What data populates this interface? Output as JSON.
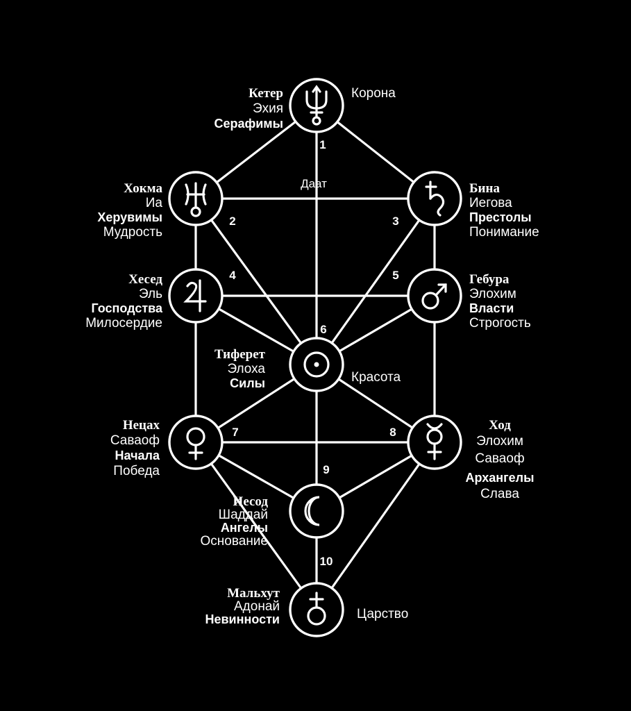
{
  "background_color": "#000000",
  "line_color": "#ffffff",
  "daat": "Даат",
  "sephirot": [
    {
      "id": "keter",
      "number": "1",
      "planet_icon": "neptune-icon",
      "left_lines": [
        {
          "text": "Кетер",
          "style": "serif-bold"
        },
        {
          "text": "Эхия",
          "style": "regular"
        },
        {
          "text": "Серафимы",
          "style": "bold"
        }
      ],
      "right_lines": [
        {
          "text": "Корона",
          "style": "regular"
        }
      ]
    },
    {
      "id": "hokhmah",
      "number": "2",
      "planet_icon": "uranus-icon",
      "left_lines": [
        {
          "text": "Хокма",
          "style": "serif-bold"
        },
        {
          "text": "Иа",
          "style": "regular"
        },
        {
          "text": "Херувимы",
          "style": "bold"
        },
        {
          "text": "Мудрость",
          "style": "regular"
        }
      ],
      "right_lines": []
    },
    {
      "id": "binah",
      "number": "3",
      "planet_icon": "saturn-icon",
      "left_lines": [],
      "right_lines": [
        {
          "text": "Бина",
          "style": "serif-bold"
        },
        {
          "text": "Иегова",
          "style": "regular"
        },
        {
          "text": "Престолы",
          "style": "bold"
        },
        {
          "text": "Понимание",
          "style": "regular"
        }
      ]
    },
    {
      "id": "chesed",
      "number": "4",
      "planet_icon": "jupiter-icon",
      "left_lines": [
        {
          "text": "Хесед",
          "style": "serif-bold"
        },
        {
          "text": "Эль",
          "style": "regular"
        },
        {
          "text": "Господства",
          "style": "bold"
        },
        {
          "text": "Милосердие",
          "style": "regular"
        }
      ],
      "right_lines": []
    },
    {
      "id": "geburah",
      "number": "5",
      "planet_icon": "mars-icon",
      "left_lines": [],
      "right_lines": [
        {
          "text": "Гебура",
          "style": "serif-bold"
        },
        {
          "text": "Элохим",
          "style": "regular"
        },
        {
          "text": "Власти",
          "style": "bold"
        },
        {
          "text": "Строгость",
          "style": "regular"
        }
      ]
    },
    {
      "id": "tiferet",
      "number": "6",
      "planet_icon": "sun-icon",
      "left_lines": [
        {
          "text": "Тиферет",
          "style": "serif-bold"
        },
        {
          "text": "Элоха",
          "style": "regular"
        },
        {
          "text": "Силы",
          "style": "bold"
        }
      ],
      "right_lines": [
        {
          "text": "Красота",
          "style": "regular"
        }
      ]
    },
    {
      "id": "netzach",
      "number": "7",
      "planet_icon": "venus-icon",
      "left_lines": [
        {
          "text": "Нецах",
          "style": "serif-bold"
        },
        {
          "text": "Саваоф",
          "style": "regular"
        },
        {
          "text": "Начала",
          "style": "bold"
        },
        {
          "text": "Победа",
          "style": "regular"
        }
      ],
      "right_lines": []
    },
    {
      "id": "hod",
      "number": "8",
      "planet_icon": "mercury-icon",
      "left_lines": [],
      "right_lines": [
        {
          "text": "Ход",
          "style": "serif-bold"
        },
        {
          "text": "Элохим",
          "style": "regular"
        },
        {
          "text": "Саваоф",
          "style": "regular"
        },
        {
          "text": "Архангелы",
          "style": "bold"
        },
        {
          "text": "Слава",
          "style": "regular"
        }
      ]
    },
    {
      "id": "yesod",
      "number": "9",
      "planet_icon": "moon-icon",
      "left_lines": [
        {
          "text": "Иесод",
          "style": "serif-bold"
        },
        {
          "text": "Шаддай",
          "style": "regular"
        },
        {
          "text": "Ангелы",
          "style": "bold"
        },
        {
          "text": "Основание",
          "style": "regular"
        }
      ],
      "right_lines": []
    },
    {
      "id": "malkuth",
      "number": "10",
      "planet_icon": "earth-icon",
      "left_lines": [
        {
          "text": "Мальхут",
          "style": "serif-bold"
        },
        {
          "text": "Адонай",
          "style": "regular"
        },
        {
          "text": "Невинности",
          "style": "bold"
        }
      ],
      "right_lines": [
        {
          "text": "Царство",
          "style": "regular"
        }
      ]
    }
  ]
}
